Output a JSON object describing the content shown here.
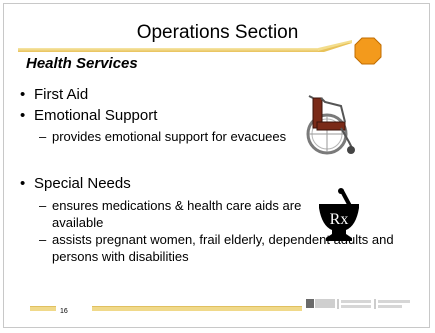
{
  "slide": {
    "title": "Operations Section",
    "subtitle": "Health Services",
    "bullets": [
      {
        "text": "First Aid"
      },
      {
        "text": "Emotional Support",
        "sub": [
          "provides emotional support for evacuees"
        ]
      },
      {
        "text": "Special Needs",
        "sub": [
          "ensures medications & health care aids are available",
          "assists pregnant women, frail elderly, dependent adults and persons with disabilities"
        ]
      }
    ],
    "page_number": "16",
    "icons": {
      "stop_sign": "octagon-stop-icon",
      "wheelchair": "wheelchair-icon",
      "rx": "rx-mortar-pestle-icon"
    },
    "colors": {
      "stop_orange": "#f39a1c",
      "rule_gold": "#e8c25a"
    }
  }
}
